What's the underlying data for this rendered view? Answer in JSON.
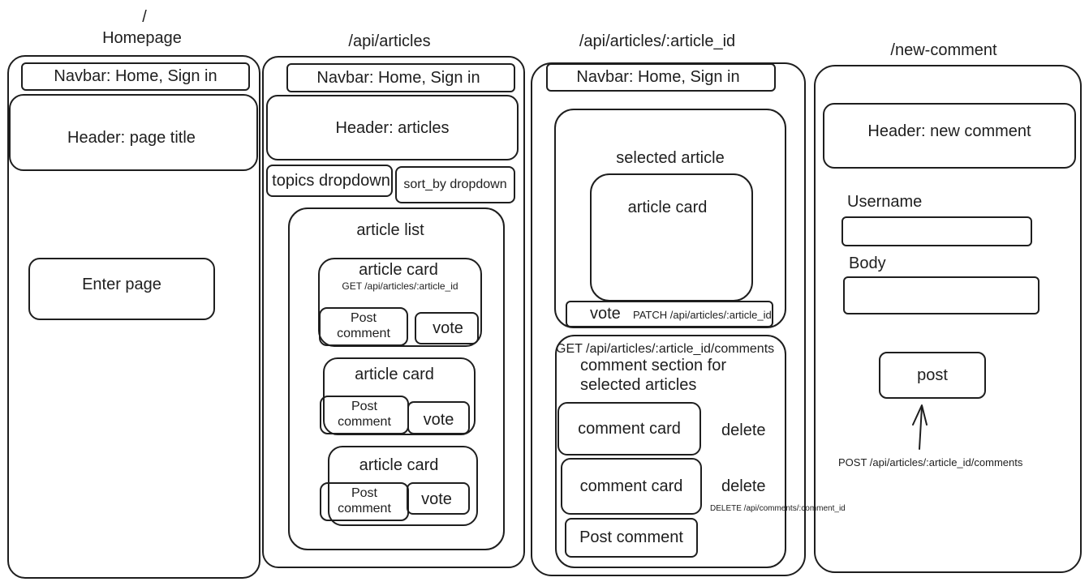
{
  "homepage": {
    "route": "/",
    "title": "Homepage",
    "navbar": "Navbar: Home, Sign in",
    "header": "Header: page title",
    "enter_button": "Enter page"
  },
  "articles_page": {
    "route": "/api/articles",
    "navbar": "Navbar: Home, Sign in",
    "header": "Header: articles",
    "topics_dropdown": "topics dropdown",
    "sort_dropdown": "sort_by dropdown",
    "article_list_label": "article list",
    "cards": [
      {
        "title": "article card",
        "endpoint": "GET /api/articles/:article_id",
        "post_comment": "Post comment",
        "vote": "vote"
      },
      {
        "title": "article card",
        "post_comment": "Post comment",
        "vote": "vote"
      },
      {
        "title": "article card",
        "post_comment": "Post comment",
        "vote": "vote"
      }
    ]
  },
  "article_page": {
    "route": "/api/articles/:article_id",
    "navbar": "Navbar: Home, Sign in",
    "selected_label": "selected article",
    "article_card": "article card",
    "vote": "vote",
    "vote_endpoint": "PATCH /api/articles/:article_id",
    "comments_endpoint": "GET /api/articles/:article_id/comments",
    "comment_section_label": "comment section for selected articles",
    "comments": [
      {
        "label": "comment card",
        "delete": "delete"
      },
      {
        "label": "comment card",
        "delete": "delete"
      }
    ],
    "delete_endpoint": "DELETE /api/comments/:comment_id",
    "post_comment": "Post comment"
  },
  "new_comment_page": {
    "route": "/new-comment",
    "header": "Header: new comment",
    "username_label": "Username",
    "body_label": "Body",
    "post_button": "post",
    "post_endpoint": "POST /api/articles/:article_id/comments"
  }
}
